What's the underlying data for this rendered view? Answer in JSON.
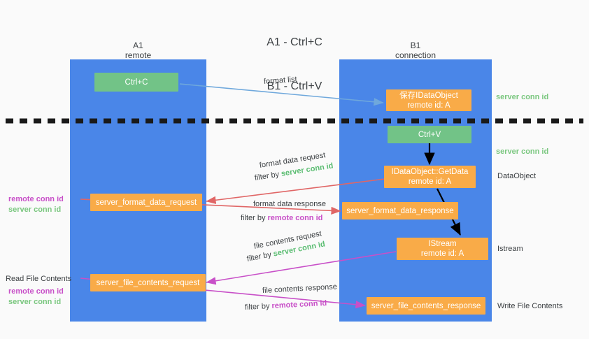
{
  "title": {
    "line1": "A1 - Ctrl+C",
    "line2": "B1 - Ctrl+V"
  },
  "colors": {
    "lane": "#4a86e8",
    "orange": "#f9ab48",
    "green_box": "#72c387",
    "green_text": "#5bbd72",
    "magenta_text": "#c850c8",
    "arrow_blue": "#6fa8dc",
    "arrow_red": "#e06666",
    "arrow_magenta": "#c850c8",
    "arrow_black": "#000000",
    "background": "#fafafa",
    "text": "#3c4043"
  },
  "columns": [
    {
      "name": "A1",
      "role": "remote"
    },
    {
      "name": "B1",
      "role": "connection"
    }
  ],
  "nodes": {
    "ctrl_c": {
      "label": "Ctrl+C",
      "style": "green"
    },
    "ctrl_v": {
      "label": "Ctrl+V",
      "style": "green"
    },
    "save_dataobject": {
      "label": "保存IDataObject",
      "sub": "remote id: A",
      "style": "orange"
    },
    "getdata": {
      "label": "IDataObject::GetData",
      "sub": "remote id: A",
      "style": "orange"
    },
    "istream": {
      "label": "IStream",
      "sub": "remote id: A",
      "style": "orange"
    },
    "fmt_req": {
      "label": "server_format_data_request",
      "style": "orange"
    },
    "fmt_resp": {
      "label": "server_format_data_response",
      "style": "orange"
    },
    "file_req": {
      "label": "server_file_contents_request",
      "style": "orange"
    },
    "file_resp": {
      "label": "server_file_contents_response",
      "style": "orange"
    }
  },
  "arrow_labels": {
    "format_list": "format list",
    "fmt_req_l1": "format data request",
    "fmt_req_l2_prefix": "filter by ",
    "fmt_req_l2_key": "server conn id",
    "fmt_resp_l1": "format data response",
    "fmt_resp_l2_prefix": "filter by ",
    "fmt_resp_l2_key": "remote conn id",
    "file_req_l1": "file contents request",
    "file_req_l2_prefix": "filter by ",
    "file_req_l2_key": "server conn id",
    "file_resp_l1": "file contents response",
    "file_resp_l2_prefix": "filter by ",
    "file_resp_l2_key": "remote conn id"
  },
  "side_labels": {
    "right_top_server": "server conn id",
    "right_mid_server": "server conn id",
    "right_dataobject": "DataObject",
    "right_istream": "Istream",
    "right_write_file": "Write File Contents",
    "left_remote": "remote conn id",
    "left_server": "server conn id",
    "left_read_file": "Read File Contents",
    "left_remote2": "remote conn id",
    "left_server2": "server conn id"
  }
}
